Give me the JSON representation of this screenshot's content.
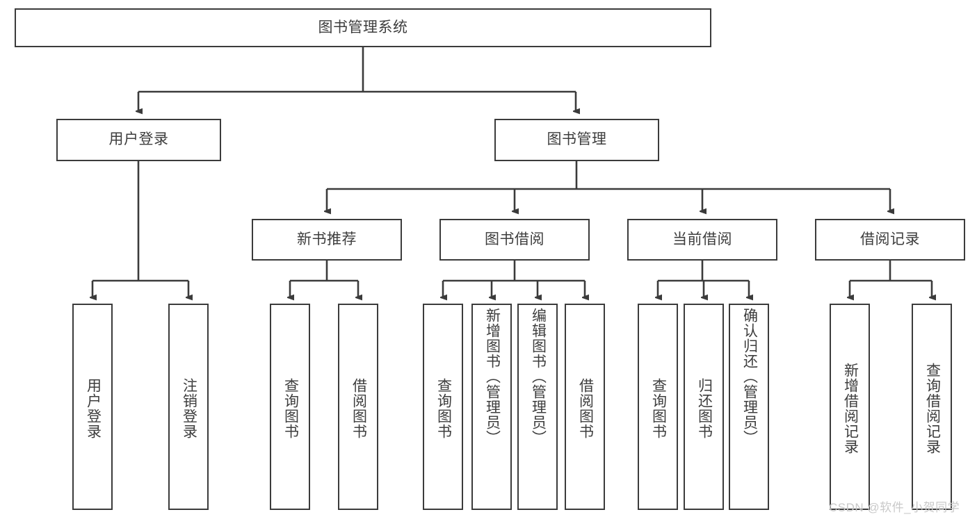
{
  "diagram": {
    "type": "tree-hierarchy-chart",
    "title": "图书管理系统",
    "colors": {
      "box_border": "#3b3b3b",
      "box_fill": "#ffffff",
      "text": "#3d3d3d",
      "edge": "#3b3b3b",
      "background": "#ffffff",
      "watermark": "#c9c9c9"
    },
    "root": {
      "label": "图书管理系统"
    },
    "level2": [
      {
        "label": "用户登录"
      },
      {
        "label": "图书管理"
      }
    ],
    "level3": [
      {
        "label": "新书推荐"
      },
      {
        "label": "图书借阅"
      },
      {
        "label": "当前借阅"
      },
      {
        "label": "借阅记录"
      }
    ],
    "leaves": {
      "user_login": [
        {
          "label": "用户登录"
        },
        {
          "label": "注销登录"
        }
      ],
      "new_book_recommend": [
        {
          "label": "查询图书"
        },
        {
          "label": "借阅图书"
        }
      ],
      "book_borrow": [
        {
          "label": "查询图书"
        },
        {
          "label": "新增图书（管理员）"
        },
        {
          "label": "编辑图书（管理员）"
        },
        {
          "label": "借阅图书"
        }
      ],
      "current_borrow": [
        {
          "label": "查询图书"
        },
        {
          "label": "归还图书"
        },
        {
          "label": "确认归还（管理员）"
        }
      ],
      "borrow_record": [
        {
          "label": "新增借阅记录"
        },
        {
          "label": "查询借阅记录"
        }
      ]
    }
  },
  "watermark": {
    "text": "CSDN @软件_小贺同学"
  }
}
